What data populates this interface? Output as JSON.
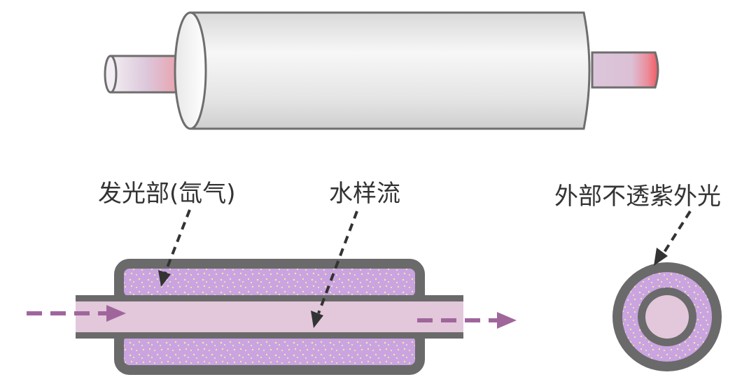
{
  "colors": {
    "tube_stroke": "#6e6e6e",
    "cylinder_light": "#f4f4f4",
    "cylinder_mid": "#d6d6d6",
    "pipe_pink": "#f06b70",
    "pipe_lilac": "#dcc8dc",
    "housing_gray": "#6a6a6a",
    "argon_purple": "#c8a3e0",
    "argon_dots": "#f3e6a8",
    "water_channel": "#e2c8da",
    "arrow_purple": "#a0669c",
    "label_text": "#333333"
  },
  "labels": {
    "argon_emitter": "发光部(氙气)",
    "water_flow": "水样流",
    "opaque_uv": "外部不透紫外光"
  }
}
